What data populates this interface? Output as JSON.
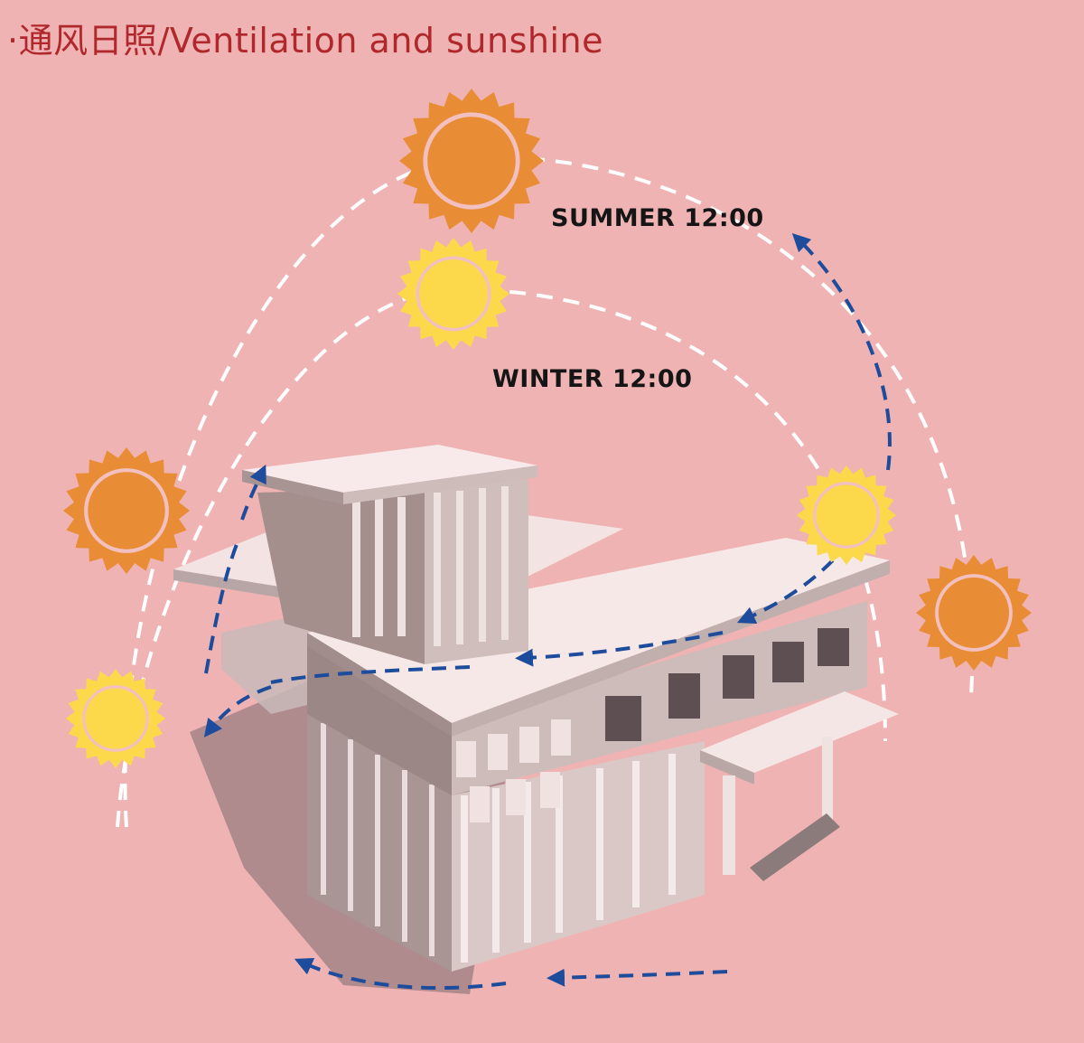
{
  "title": "·通风日照/Ventilation and sunshine",
  "labels": {
    "summer": "SUMMER  12:00",
    "winter": "WINTER  12:00"
  },
  "colors": {
    "background": "#f0b3b3",
    "title": "#b0272c",
    "summer_sun": "#e88c36",
    "winter_sun": "#fcd94a",
    "sun_path": "#ffffff",
    "wind_arrow": "#1e4c9c",
    "building_light": "#f7e6e6",
    "building_mid": "#d6c5c3",
    "building_dark": "#8a7a7a"
  },
  "icons": {
    "summer_sun": "summer-sun-icon",
    "winter_sun": "winter-sun-icon",
    "wind_arrow": "wind-arrow-icon"
  }
}
